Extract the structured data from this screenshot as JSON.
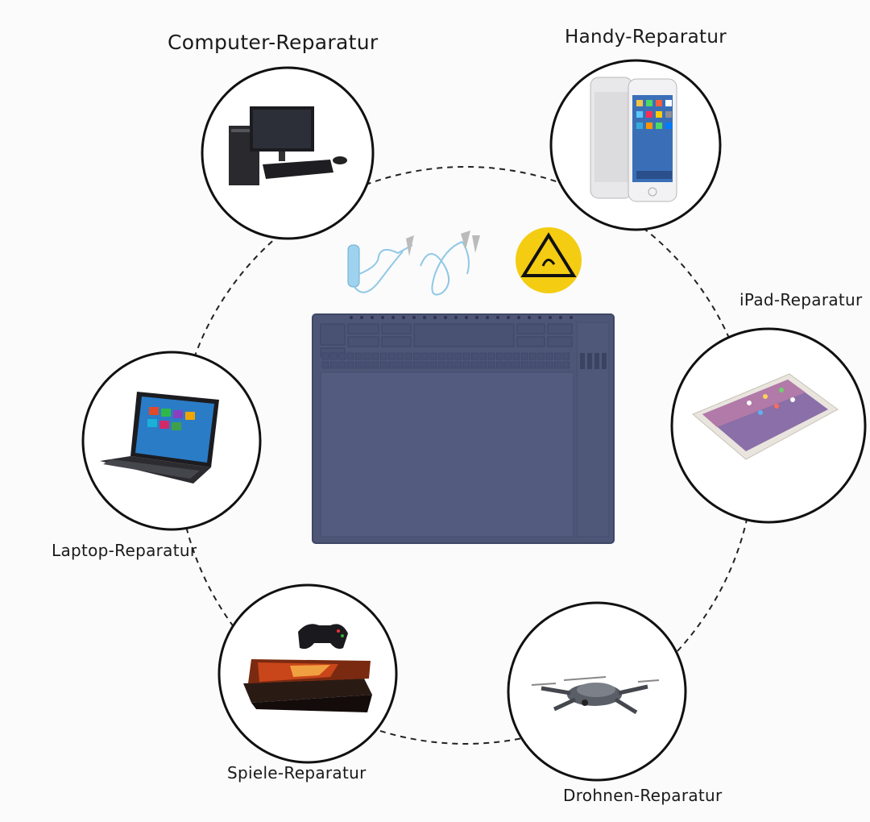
{
  "labels": {
    "computer": "Computer-Reparatur",
    "handy": "Handy-Reparatur",
    "ipad": "iPad-Reparatur",
    "laptop": "Laptop-Reparatur",
    "spiele": "Spiele-Reparatur",
    "drohnen": "Drohnen-Reparatur"
  },
  "esd_badge": "ESD",
  "colors": {
    "mat": "#4e5678",
    "mat_dark": "#3f4766",
    "esd_yellow": "#f4cc12",
    "cable": "#8fc8e6",
    "circle_stroke": "#111111"
  }
}
